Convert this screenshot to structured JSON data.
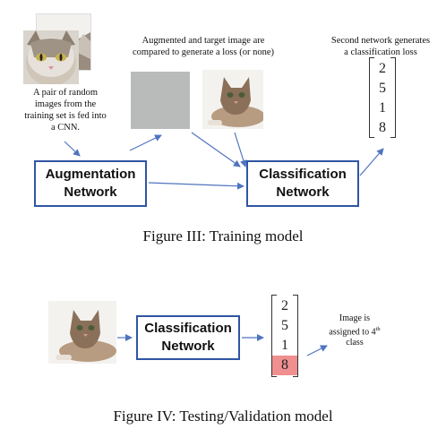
{
  "training": {
    "pair_caption": [
      "A pair of random",
      "images from the",
      "training set is fed into",
      "a CNN."
    ],
    "compare_caption": [
      "Augmented and target image are",
      "compared to generate a loss (or none)"
    ],
    "second_net_caption": [
      "Second network generates",
      "a classification loss"
    ],
    "augmentation_box": [
      "Augmentation",
      "Network"
    ],
    "classification_box": [
      "Classification",
      "Network"
    ],
    "vector": [
      "2",
      "5",
      "1",
      "8"
    ],
    "figure_caption": "Figure III: Training model"
  },
  "testing": {
    "classification_box": [
      "Classification",
      "Network"
    ],
    "vector": [
      "2",
      "5",
      "1",
      "8"
    ],
    "highlighted_index": 3,
    "result_caption": [
      "Image is",
      "assigned to 4",
      "th",
      "class"
    ],
    "figure_caption": "Figure IV: Testing/Validation model"
  },
  "colors": {
    "arrow": "#4f74c0",
    "box_border": "#2f55a4",
    "gray_image": "#b9bbbb",
    "highlight": "#ef8f8f"
  },
  "icons": [
    "cat-photo",
    "augmented-gray-image"
  ]
}
